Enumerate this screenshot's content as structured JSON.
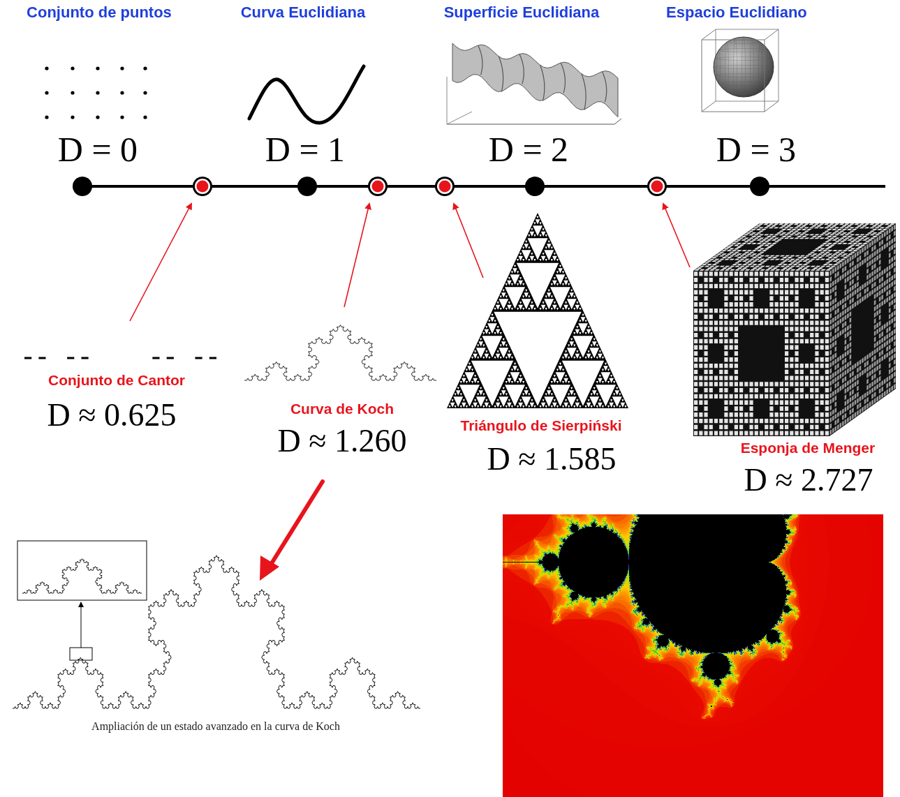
{
  "diagram": {
    "labels": [
      "Conjunto de puntos",
      "Curva Euclidiana",
      "Superficie Euclidiana",
      "Espacio Euclidiano",
      "D = 0",
      "D = 1",
      "D = 2",
      "D = 3",
      "Conjunto de Cantor",
      "D ≈ 0.625",
      "Curva de Koch",
      "D ≈ 1.260",
      "Triángulo de Sierpiński",
      "D ≈ 1.585",
      "Esponja de Menger",
      "D ≈ 2.727",
      "Ampliación de un estado avanzado en la curva de Koch"
    ]
  }
}
